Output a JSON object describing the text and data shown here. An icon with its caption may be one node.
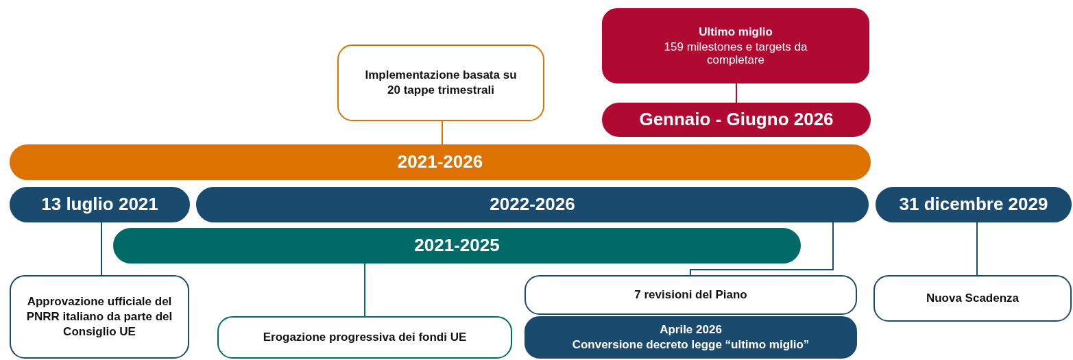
{
  "diagram": {
    "nodes": [
      {
        "text": [
          "Implementazione basata su 20 tappe trimestrali"
        ]
      },
      {
        "text": [
          "Ultimo miglio",
          "159 milestones e targets da completare"
        ]
      },
      {
        "text": [
          "Gennaio - Giugno 2026"
        ]
      },
      {
        "text": [
          "2021-2026"
        ]
      },
      {
        "text": [
          "13 luglio 2021"
        ]
      },
      {
        "text": [
          "2022-2026"
        ]
      },
      {
        "text": [
          "31 dicembre 2029"
        ]
      },
      {
        "text": [
          "2021-2025"
        ]
      },
      {
        "text": [
          "Approvazione ufficiale del PNRR italiano da parte del Consiglio UE"
        ]
      },
      {
        "text": [
          "Erogazione progressiva dei fondi UE"
        ]
      },
      {
        "text": [
          "7 revisioni del Piano"
        ]
      },
      {
        "text": [
          "Aprile 2026",
          "Conversione decreto legge “ultimo miglio”"
        ]
      },
      {
        "text": [
          "Nuova Scadenza"
        ]
      }
    ],
    "edges": [
      {
        "from": 3,
        "to": 0,
        "arrow": "none",
        "color": "#dd7200"
      },
      {
        "from": 2,
        "to": 1,
        "arrow": "none",
        "color": "#b00a33"
      },
      {
        "from": 4,
        "to": 8,
        "arrow": "none"
      },
      {
        "from": 7,
        "to": 9,
        "arrow": "none",
        "color": "#006b66"
      },
      {
        "from": 5,
        "to": 10,
        "arrow": "none"
      },
      {
        "from": 6,
        "to": 12,
        "arrow": "none"
      }
    ]
  }
}
